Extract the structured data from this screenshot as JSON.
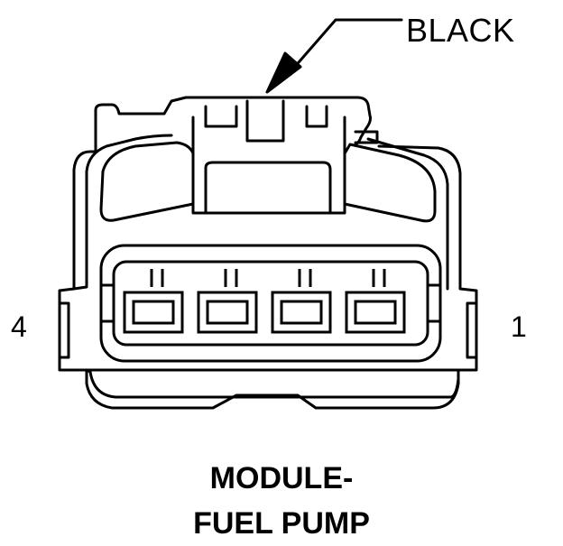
{
  "connector": {
    "color_label": "BLACK",
    "pin_left": "4",
    "pin_right": "1",
    "title_line1": "MODULE-",
    "title_line2": "FUEL PUMP",
    "pin_count": 4
  },
  "colors": {
    "line": "#000000",
    "background": "#ffffff"
  }
}
